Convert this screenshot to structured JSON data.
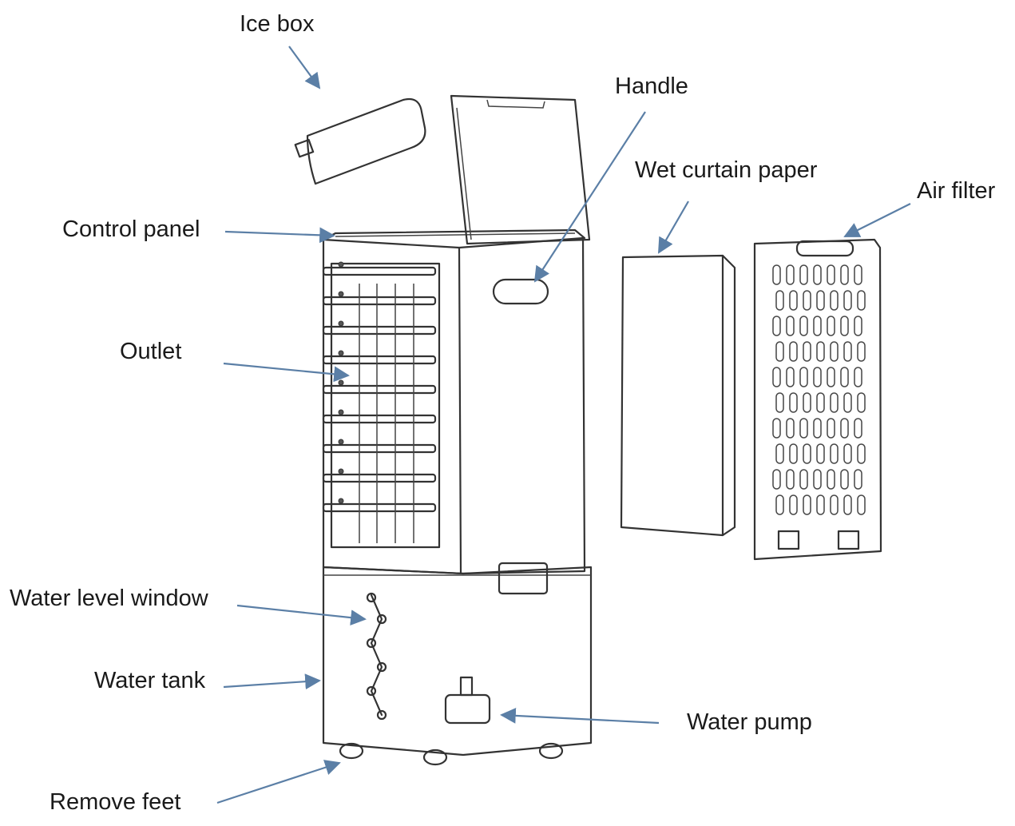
{
  "labels": {
    "ice_box": "Ice box",
    "handle": "Handle",
    "wet_curtain_paper": "Wet curtain paper",
    "air_filter": "Air filter",
    "control_panel": "Control panel",
    "outlet": "Outlet",
    "water_level_window": "Water level window",
    "water_tank": "Water tank",
    "water_pump": "Water pump",
    "remove_feet": "Remove feet"
  },
  "colors": {
    "line": "#333333",
    "arrow": "#5b7fa6",
    "background": "#ffffff"
  }
}
